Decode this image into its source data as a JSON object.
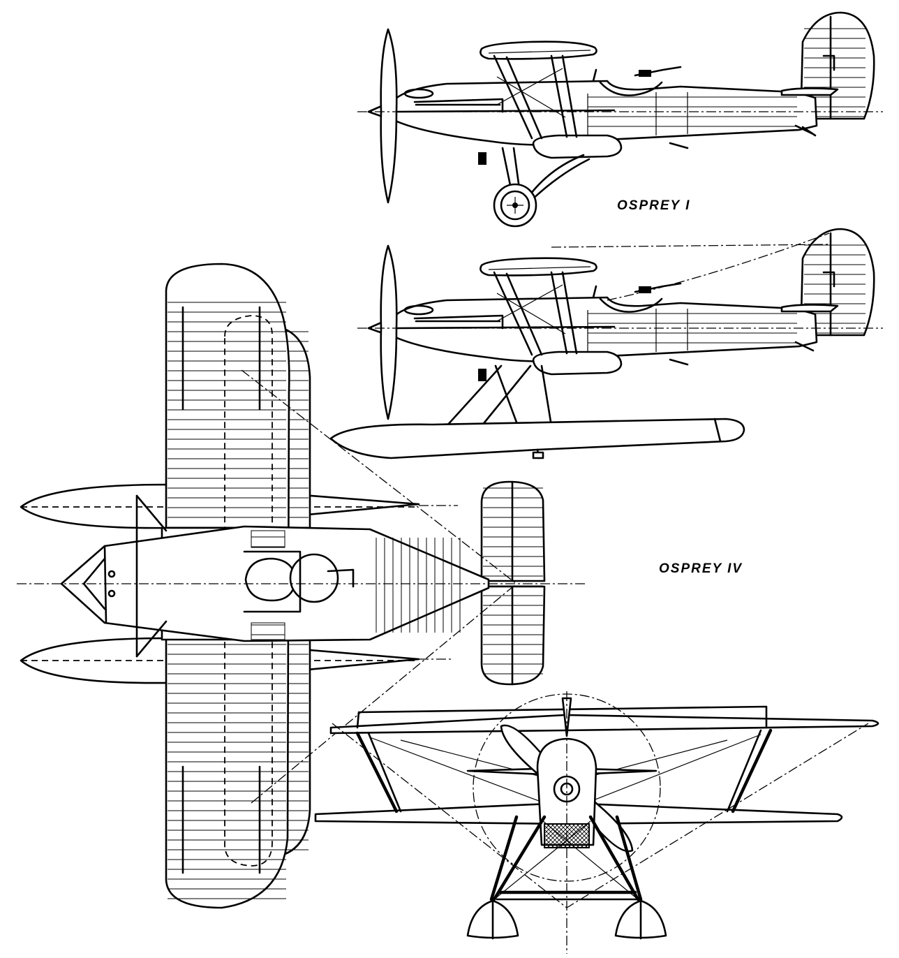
{
  "labels": {
    "upper_variant": "OSPREY I",
    "lower_variant": "OSPREY IV"
  },
  "views": [
    "side-view-landplane",
    "side-view-seaplane",
    "plan-view",
    "front-view"
  ]
}
